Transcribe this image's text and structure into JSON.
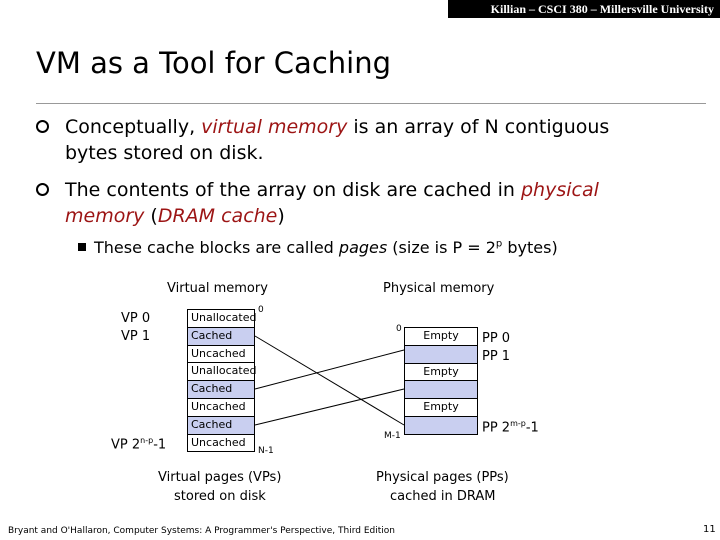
{
  "header": {
    "course": "Killian – CSCI 380 – Millersville University"
  },
  "slide": {
    "title": "VM as a Tool for Caching",
    "bullet1": {
      "pre": "Conceptually, ",
      "em1": "virtual memory",
      "mid": " is an array of N contiguous bytes stored on disk."
    },
    "bullet2": {
      "pre": "The contents of the array on disk are cached in ",
      "em1": "physical memory",
      "mid": " (",
      "em2": "DRAM cache",
      "post": ")"
    },
    "sub": {
      "pre": "These cache blocks are called ",
      "em": "pages",
      "mid": " (size is P = 2",
      "sup": "p",
      "post": " bytes)"
    }
  },
  "diagram": {
    "virtual_heading": "Virtual memory",
    "physical_heading": "Physical memory",
    "vp0": "VP 0",
    "vp1": "VP 1",
    "vplast_pre": "VP 2",
    "vplast_sup": "n-p",
    "vplast_post": "-1",
    "v_zero": "0",
    "v_end": "N-1",
    "p_zero": "0",
    "p_end": "M-1",
    "virtual_cells": [
      "Unallocated",
      "Cached",
      "Uncached",
      "Unallocated",
      "Cached",
      "Uncached",
      "Cached",
      "Uncached"
    ],
    "physical_cells": [
      "Empty",
      "",
      "Empty",
      "",
      "Empty",
      ""
    ],
    "pp0": "PP 0",
    "pp1": "PP 1",
    "pplast_pre": "PP 2",
    "pplast_sup": "m-p",
    "pplast_post": "-1",
    "virtual_caption_1": "Virtual pages (VPs)",
    "virtual_caption_2": "stored on disk",
    "physical_caption_1": "Physical pages (PPs)",
    "physical_caption_2": "cached in DRAM"
  },
  "footer": {
    "citation": "Bryant and O'Hallaron, Computer Systems: A Programmer's Perspective, Third Edition",
    "page": "11"
  },
  "colors": {
    "accent": "#9c1414",
    "cached": "#c9cff0"
  }
}
